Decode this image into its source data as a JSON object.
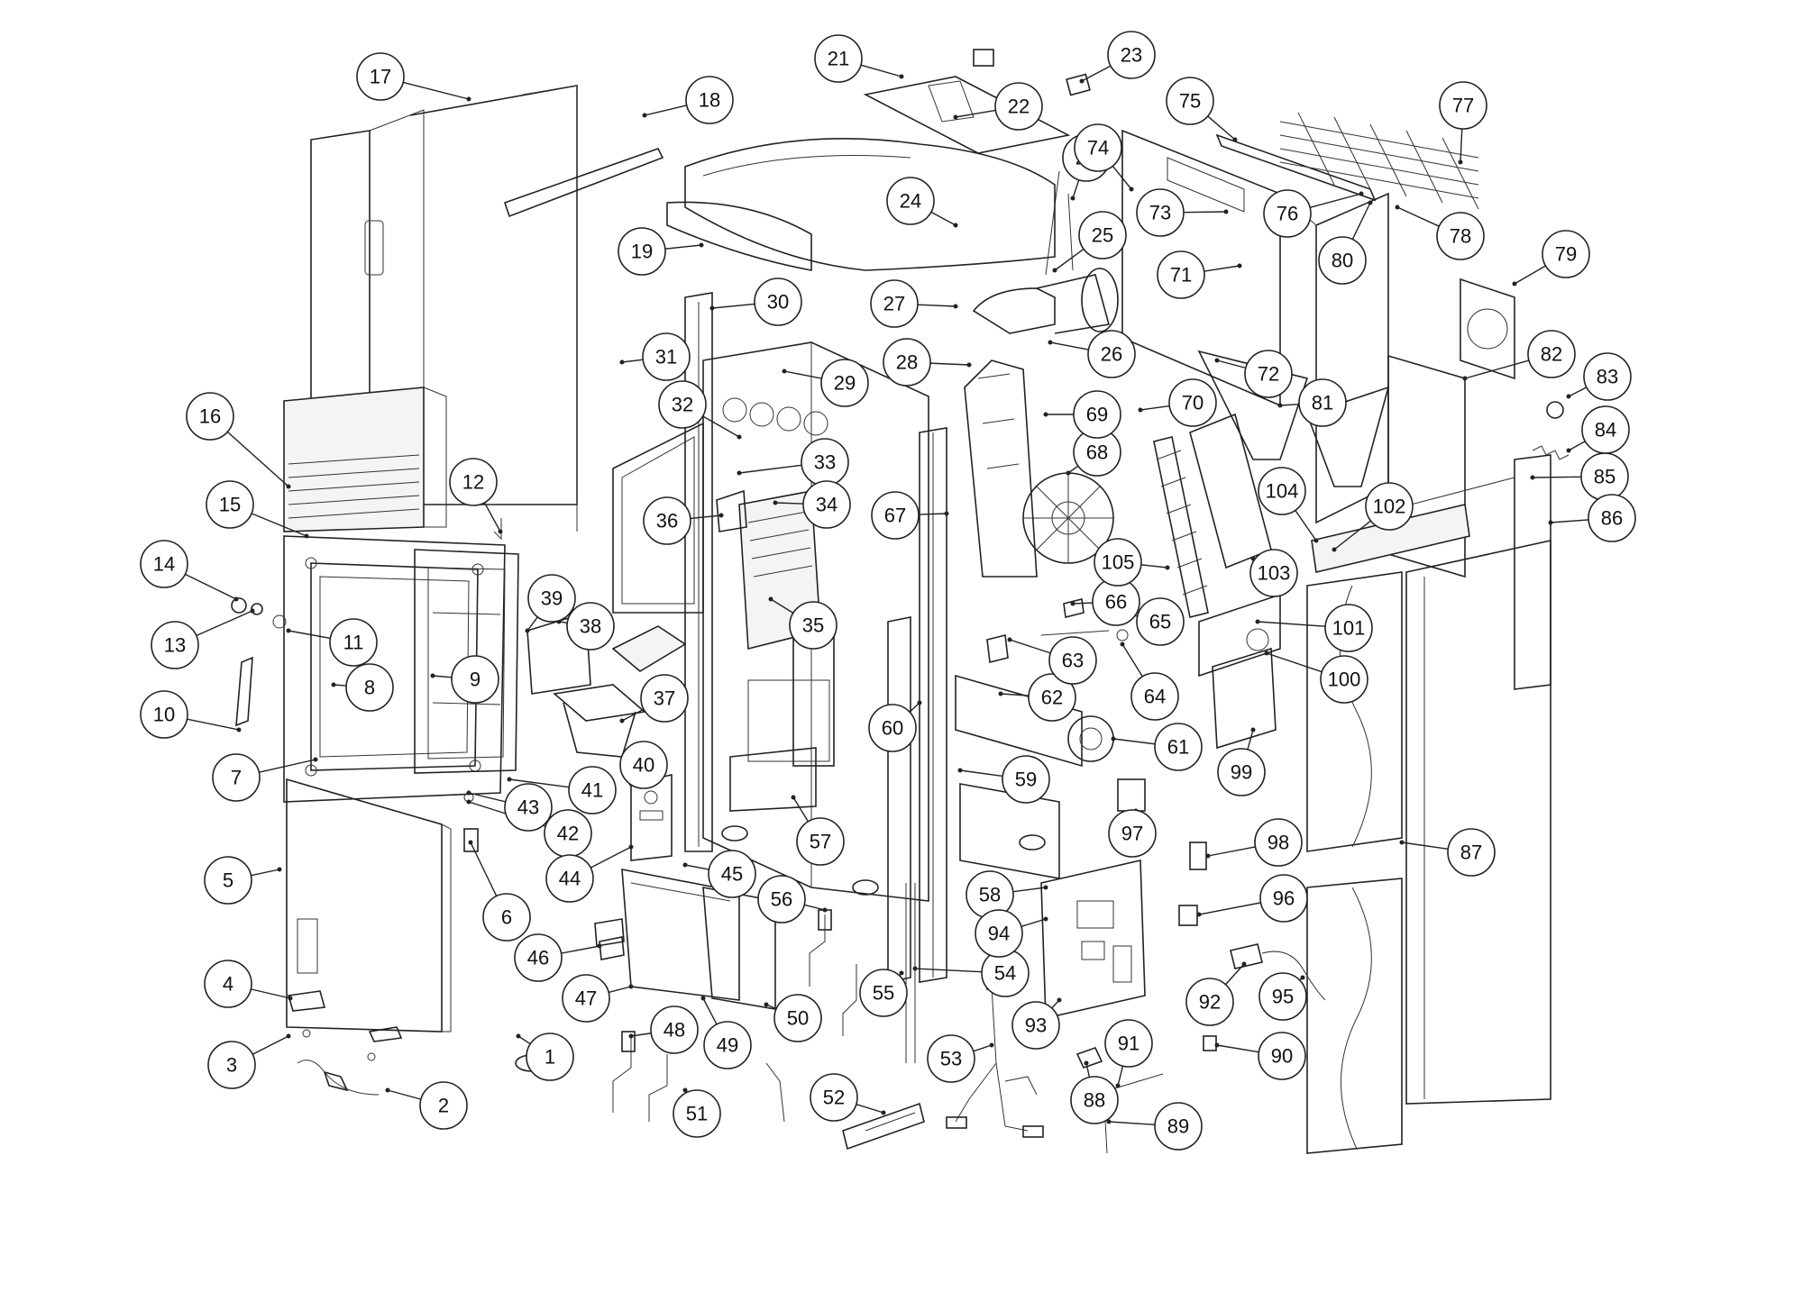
{
  "callouts": [
    {
      "label": "1"
    },
    {
      "label": "2"
    },
    {
      "label": "3"
    },
    {
      "label": "4"
    },
    {
      "label": "5"
    },
    {
      "label": "6"
    },
    {
      "label": "7"
    },
    {
      "label": "8"
    },
    {
      "label": "9"
    },
    {
      "label": "10"
    },
    {
      "label": "11"
    },
    {
      "label": "12"
    },
    {
      "label": "13"
    },
    {
      "label": "14"
    },
    {
      "label": "15"
    },
    {
      "label": "16"
    },
    {
      "label": "17"
    },
    {
      "label": "18"
    },
    {
      "label": "19"
    },
    {
      "label": "20"
    },
    {
      "label": "21"
    },
    {
      "label": "22"
    },
    {
      "label": "23"
    },
    {
      "label": "24"
    },
    {
      "label": "25"
    },
    {
      "label": "26"
    },
    {
      "label": "27"
    },
    {
      "label": "28"
    },
    {
      "label": "29"
    },
    {
      "label": "30"
    },
    {
      "label": "31"
    },
    {
      "label": "32"
    },
    {
      "label": "33"
    },
    {
      "label": "34"
    },
    {
      "label": "35"
    },
    {
      "label": "36"
    },
    {
      "label": "37"
    },
    {
      "label": "38"
    },
    {
      "label": "39"
    },
    {
      "label": "40"
    },
    {
      "label": "41"
    },
    {
      "label": "42"
    },
    {
      "label": "43"
    },
    {
      "label": "44"
    },
    {
      "label": "45"
    },
    {
      "label": "46"
    },
    {
      "label": "47"
    },
    {
      "label": "48"
    },
    {
      "label": "49"
    },
    {
      "label": "50"
    },
    {
      "label": "51"
    },
    {
      "label": "52"
    },
    {
      "label": "53"
    },
    {
      "label": "54"
    },
    {
      "label": "55"
    },
    {
      "label": "56"
    },
    {
      "label": "57"
    },
    {
      "label": "58"
    },
    {
      "label": "59"
    },
    {
      "label": "60"
    },
    {
      "label": "61"
    },
    {
      "label": "62"
    },
    {
      "label": "63"
    },
    {
      "label": "64"
    },
    {
      "label": "65"
    },
    {
      "label": "66"
    },
    {
      "label": "67"
    },
    {
      "label": "68"
    },
    {
      "label": "69"
    },
    {
      "label": "70"
    },
    {
      "label": "71"
    },
    {
      "label": "72"
    },
    {
      "label": "73"
    },
    {
      "label": "74"
    },
    {
      "label": "75"
    },
    {
      "label": "76"
    },
    {
      "label": "77"
    },
    {
      "label": "78"
    },
    {
      "label": "79"
    },
    {
      "label": "80"
    },
    {
      "label": "81"
    },
    {
      "label": "82"
    },
    {
      "label": "83"
    },
    {
      "label": "84"
    },
    {
      "label": "85"
    },
    {
      "label": "86"
    },
    {
      "label": "87"
    },
    {
      "label": "88"
    },
    {
      "label": "89"
    },
    {
      "label": "90"
    },
    {
      "label": "91"
    },
    {
      "label": "92"
    },
    {
      "label": "93"
    },
    {
      "label": "94"
    },
    {
      "label": "95"
    },
    {
      "label": "96"
    },
    {
      "label": "97"
    },
    {
      "label": "98"
    },
    {
      "label": "99"
    },
    {
      "label": "100"
    },
    {
      "label": "101"
    },
    {
      "label": "102"
    },
    {
      "label": "103"
    },
    {
      "label": "104"
    },
    {
      "label": "105"
    }
  ]
}
